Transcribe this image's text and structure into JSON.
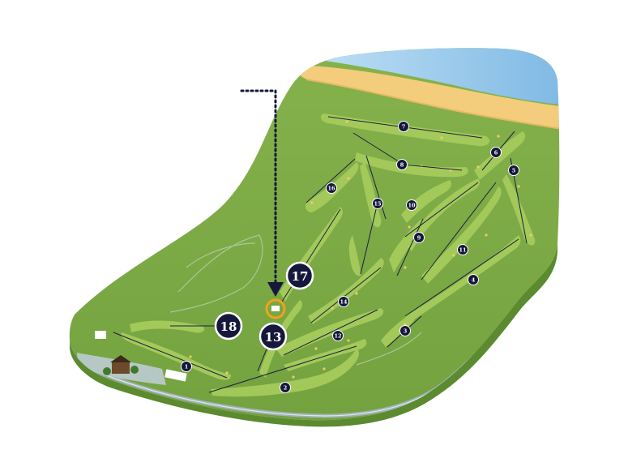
{
  "holes": [
    {
      "number": "1",
      "size": "small"
    },
    {
      "number": "2",
      "size": "small"
    },
    {
      "number": "3",
      "size": "small"
    },
    {
      "number": "4",
      "size": "small"
    },
    {
      "number": "5",
      "size": "small"
    },
    {
      "number": "6",
      "size": "small"
    },
    {
      "number": "7",
      "size": "small"
    },
    {
      "number": "8",
      "size": "small"
    },
    {
      "number": "9",
      "size": "small"
    },
    {
      "number": "10",
      "size": "small"
    },
    {
      "number": "11",
      "size": "small"
    },
    {
      "number": "12",
      "size": "small"
    },
    {
      "number": "13",
      "size": "large"
    },
    {
      "number": "14",
      "size": "small"
    },
    {
      "number": "15",
      "size": "small"
    },
    {
      "number": "16",
      "size": "small"
    },
    {
      "number": "17",
      "size": "large"
    },
    {
      "number": "18",
      "size": "large"
    }
  ],
  "colors": {
    "fairway_light": "#a3c85a",
    "rough": "#7eab45",
    "land_dark": "#5f8f35",
    "sand": "#f2cf7f",
    "sea": "#8fc3e8",
    "road": "#9fb4b8",
    "marker": "#15183b",
    "highlight_ring": "#f0a21c",
    "pointer": "#15183b"
  },
  "icons": [
    "clubhouse-icon",
    "building-icon",
    "tee-box-icon",
    "location-pointer-icon"
  ]
}
